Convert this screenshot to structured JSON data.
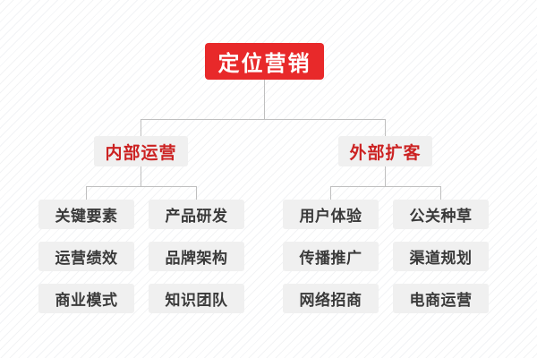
{
  "diagram": {
    "title": "定位营销",
    "root": {
      "label": "定位营销",
      "color": "#e8292a",
      "text_color": "#ffffff"
    },
    "branches": [
      {
        "label": "内部运营",
        "color": "#f0f0f0",
        "text_color": "#cc2222"
      },
      {
        "label": "外部扩客",
        "color": "#f0f0f0",
        "text_color": "#cc2222"
      }
    ],
    "leaves": {
      "internal": [
        [
          "关键要素",
          "产品研发"
        ],
        [
          "运营绩效",
          "品牌架构"
        ],
        [
          "商业模式",
          "知识团队"
        ]
      ],
      "external": [
        [
          "用户体验",
          "公关种草"
        ],
        [
          "传播推广",
          "渠道规划"
        ],
        [
          "网络招商",
          "电商运营"
        ]
      ]
    },
    "leaf_style": {
      "color": "#f0f0f0",
      "text_color": "#3a3a3a"
    },
    "connector_color": "#bfbfbf"
  }
}
